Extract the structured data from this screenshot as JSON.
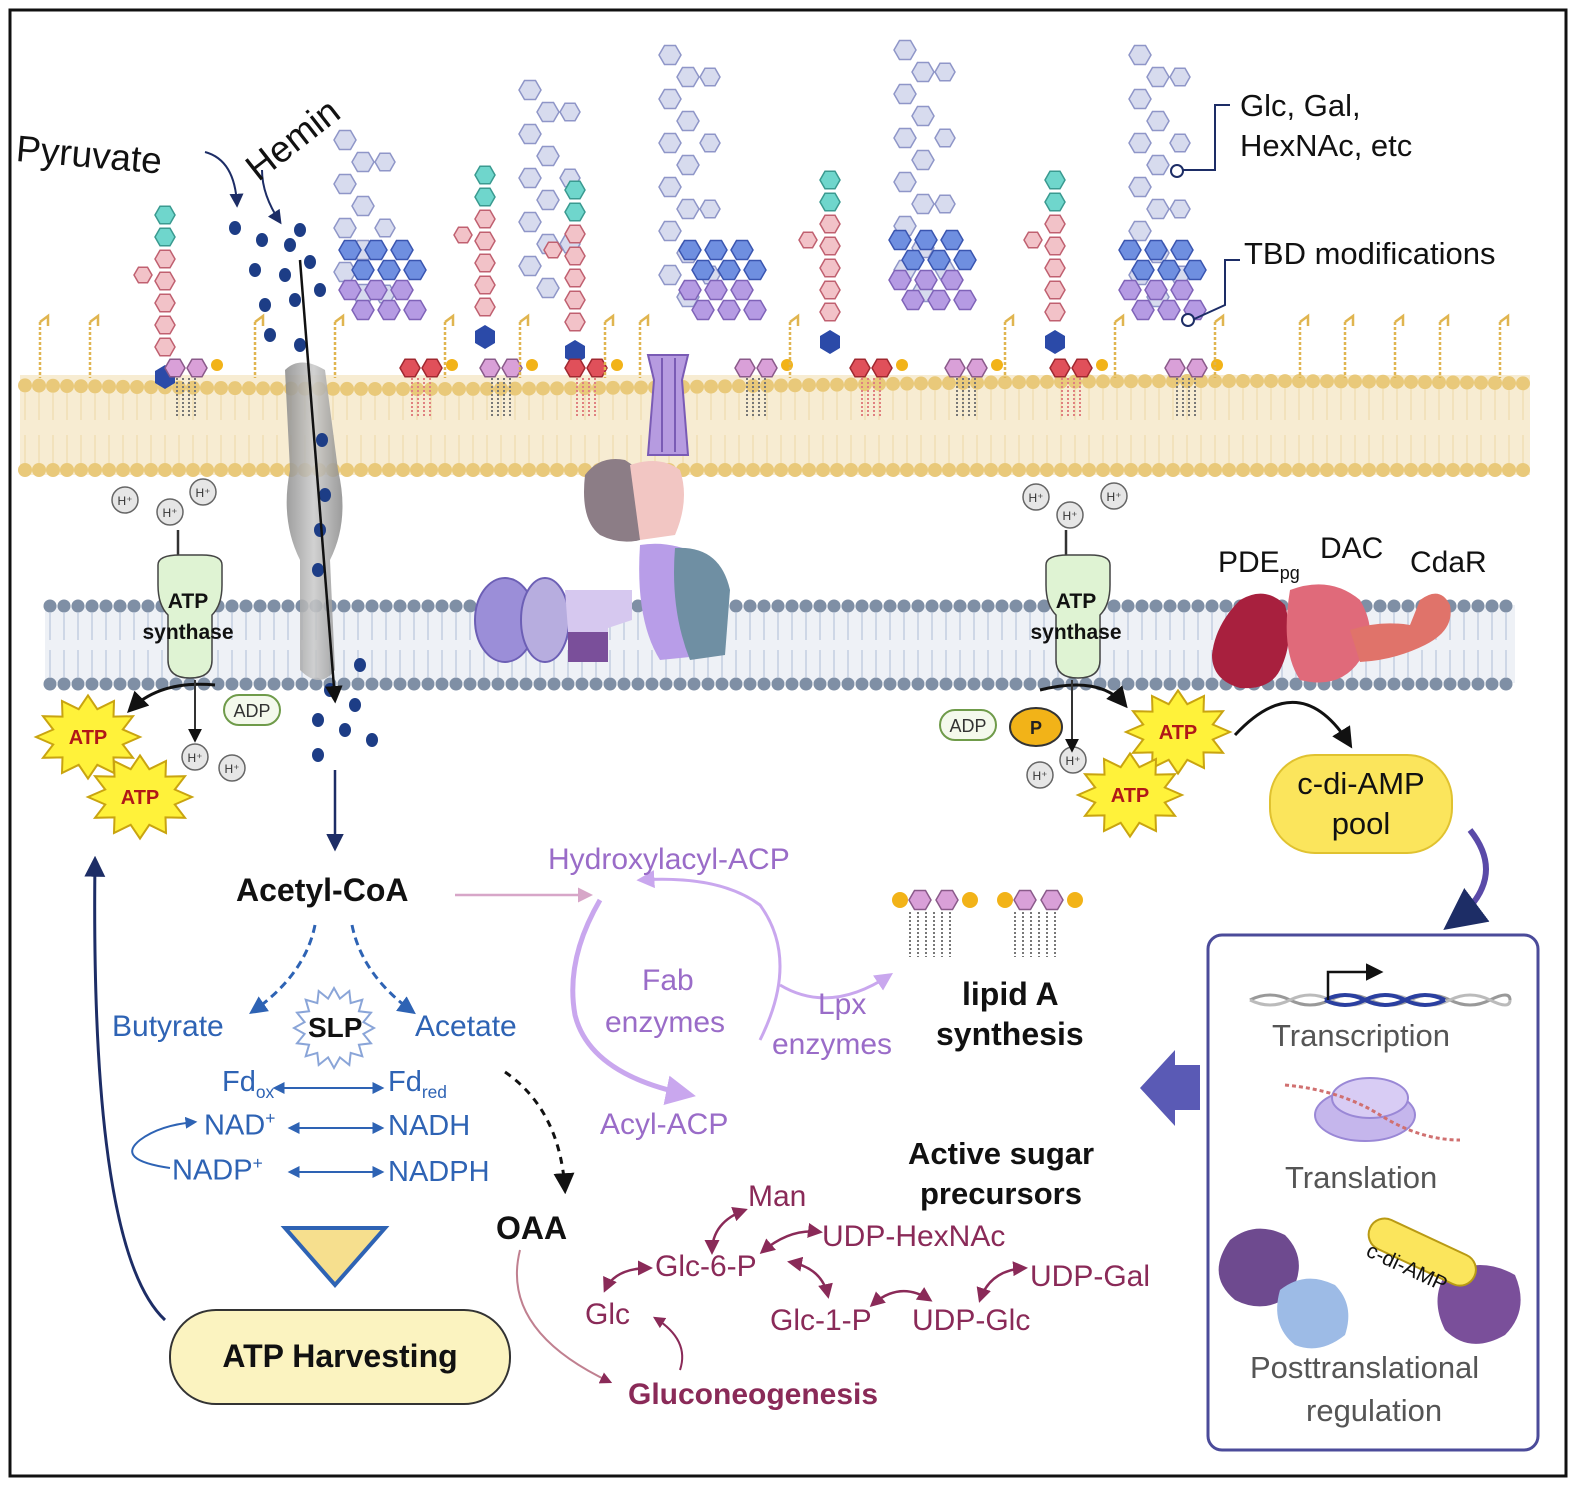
{
  "colors": {
    "frame": "#111111",
    "membrane_head": "#e9c97a",
    "membrane_fill": "#f7ecd2",
    "inner_membrane_head": "#7f8fa5",
    "atp_burst": "#fff23a",
    "atp_text": "#b01818",
    "blue_text": "#2e63b4",
    "purple_text": "#9a6cc8",
    "maroon_text": "#8a2a58",
    "navy_arrow": "#1d2d66",
    "pool_fill": "#fbe55c",
    "harvest_fill": "#fbf3c0",
    "regulation_border": "#4b4b9a"
  },
  "labels": {
    "pyruvate": "Pyruvate",
    "hemin": "Hemin",
    "glycan_legend": [
      "Glc, Gal,",
      "HexNAc, etc"
    ],
    "tbd_mod": "TBD modifications",
    "atp_synthase": [
      "ATP",
      "synthase"
    ],
    "h_plus": "H⁺",
    "adp": "ADP",
    "p": "P",
    "atp": "ATP",
    "pde": "PDE",
    "pde_sub": "pg",
    "dac": "DAC",
    "cdar": "CdaR",
    "cdiamp_pool": [
      "c-di-AMP",
      "pool"
    ],
    "acetyl_coa": "Acetyl-CoA",
    "hydroxylacyl": "Hydroxylacyl-ACP",
    "fab": [
      "Fab",
      "enzymes"
    ],
    "lpx": [
      "Lpx",
      "enzymes"
    ],
    "acyl_acp": "Acyl-ACP",
    "lipid_a": [
      "lipid A",
      "synthesis"
    ],
    "butyrate": "Butyrate",
    "slp": "SLP",
    "acetate": "Acetate",
    "fd_ox": "Fd",
    "fd_ox_sub": "ox",
    "fd_red": "Fd",
    "fd_red_sub": "red",
    "nad": "NAD",
    "nad_sup": "+",
    "nadh": "NADH",
    "nadp": "NADP",
    "nadp_sup": "+",
    "nadph": "NADPH",
    "oaa": "OAA",
    "atp_harvesting": "ATP Harvesting",
    "active_sugar": [
      "Active sugar",
      "precursors"
    ],
    "man": "Man",
    "udp_hexnac": "UDP-HexNAc",
    "glc6p": "Glc-6-P",
    "udp_gal": "UDP-Gal",
    "glc": "Glc",
    "glc1p": "Glc-1-P",
    "udp_glc": "UDP-Glc",
    "gluconeogenesis": "Gluconeogenesis",
    "transcription": "Transcription",
    "translation": "Translation",
    "cdiamp_tag": "c-di-AMP",
    "posttranslational": [
      "Posttranslational",
      "regulation"
    ]
  }
}
